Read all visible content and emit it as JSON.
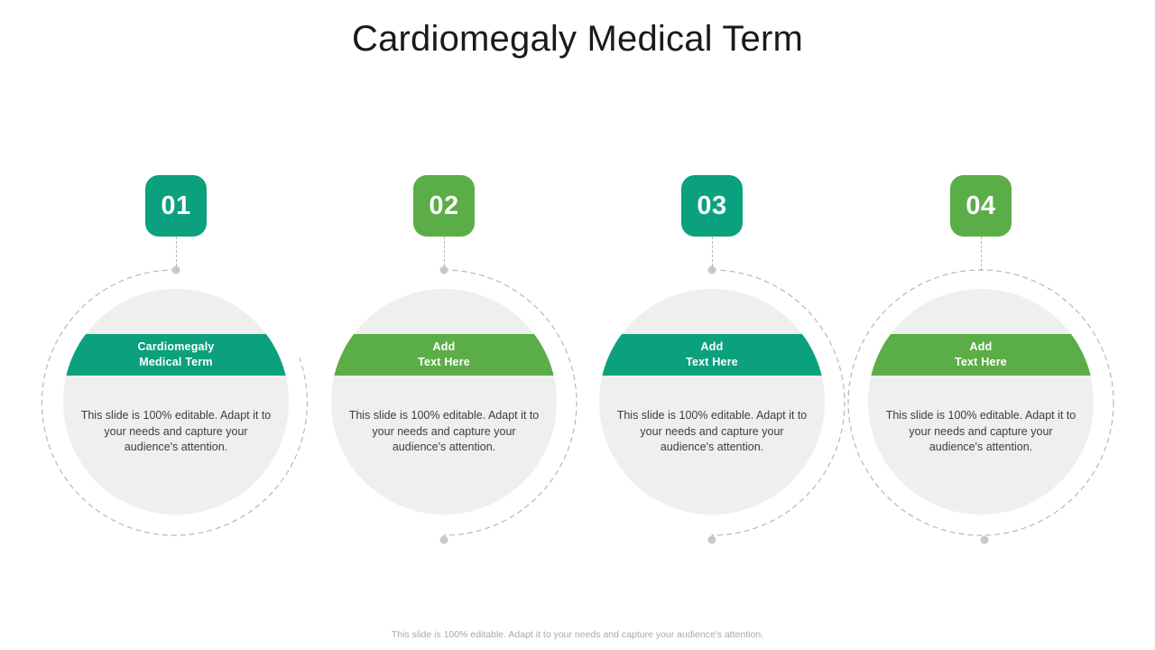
{
  "slide": {
    "title": "Cardiomegaly Medical Term",
    "footer_note": "This slide is 100% editable. Adapt it to your needs and capture your audience's attention.",
    "background_color": "#FFFFFF",
    "accent_teal": "#0BA07E",
    "accent_green": "#5BAD47",
    "circle_fill": "#EFEFEF",
    "dash_color": "#B8B8B8",
    "dot_color": "#C9C9C9",
    "body_text_color": "#3D3D3D",
    "title_color": "#1A1A1A"
  },
  "steps": [
    {
      "number": "01",
      "title": "Cardiomegaly\nMedical Term",
      "body": "This slide is 100% editable. Adapt it to your needs and capture your audience's attention.",
      "color": "#0BA07E",
      "has_top_dot": true,
      "has_bottom_dot": false
    },
    {
      "number": "02",
      "title": "Add\nText Here",
      "body": "This slide is 100% editable. Adapt it to your needs and capture your audience's attention.",
      "color": "#5BAD47",
      "has_top_dot": true,
      "has_bottom_dot": true
    },
    {
      "number": "03",
      "title": "Add\nText Here",
      "body": "This slide is 100% editable. Adapt it to your needs and capture your audience's attention.",
      "color": "#0BA07E",
      "has_top_dot": true,
      "has_bottom_dot": true
    },
    {
      "number": "04",
      "title": "Add\nText Here",
      "body": "This slide is 100% editable. Adapt it to your needs and capture your audience's attention.",
      "color": "#5BAD47",
      "has_top_dot": false,
      "has_bottom_dot": true
    }
  ]
}
